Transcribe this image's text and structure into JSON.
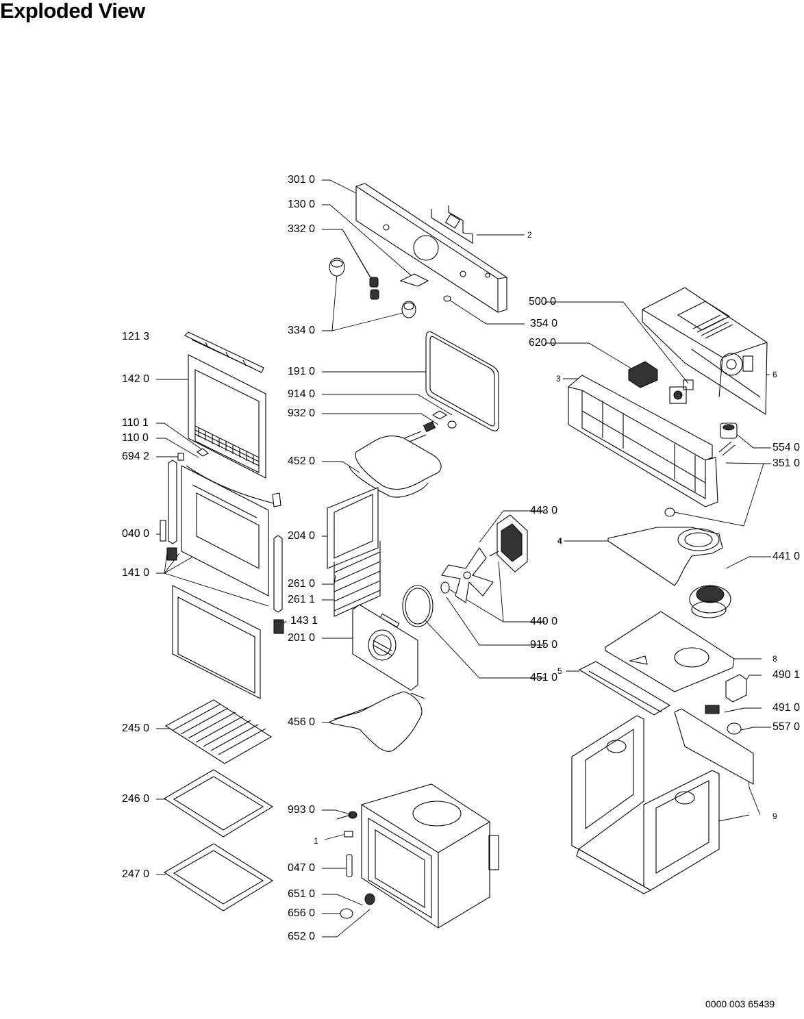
{
  "title": "Exploded View",
  "document_number": "0000 003 65439",
  "labels": {
    "l3010": "301 0",
    "l1300": "130 0",
    "l3320": "332 0",
    "l3340": "334 0",
    "l2": "2",
    "l3540": "354 0",
    "l5000": "500 0",
    "l6200": "620 0",
    "l6": "6",
    "l3": "3",
    "l1213": "121 3",
    "l1420": "142 0",
    "l1910": "191 0",
    "l9140": "914 0",
    "l9320": "932 0",
    "l1101": "110 1",
    "l1100": "110 0",
    "l6942": "694 2",
    "l4520": "452 0",
    "l5540": "554 0",
    "l3510": "351 0",
    "l4430": "443 0",
    "l0400": "040 0",
    "l2040": "204 0",
    "l4": "4",
    "l4410": "441 0",
    "l1410": "141 0",
    "l2610": "261 0",
    "l2611": "261 1",
    "l4400": "440 0",
    "l1431": "143 1",
    "l2010": "201 0",
    "l9150": "915 0",
    "l8": "8",
    "l5": "5",
    "l4901": "490 1",
    "l4510": "451 0",
    "l4910": "491 0",
    "l2450": "245 0",
    "l4560": "456 0",
    "l5570": "557 0",
    "l2460": "246 0",
    "l9930": "993 0",
    "l9": "9",
    "l1": "1",
    "l2470": "247 0",
    "l0470": "047 0",
    "l6510": "651 0",
    "l6560": "656 0",
    "l6520": "652 0"
  }
}
